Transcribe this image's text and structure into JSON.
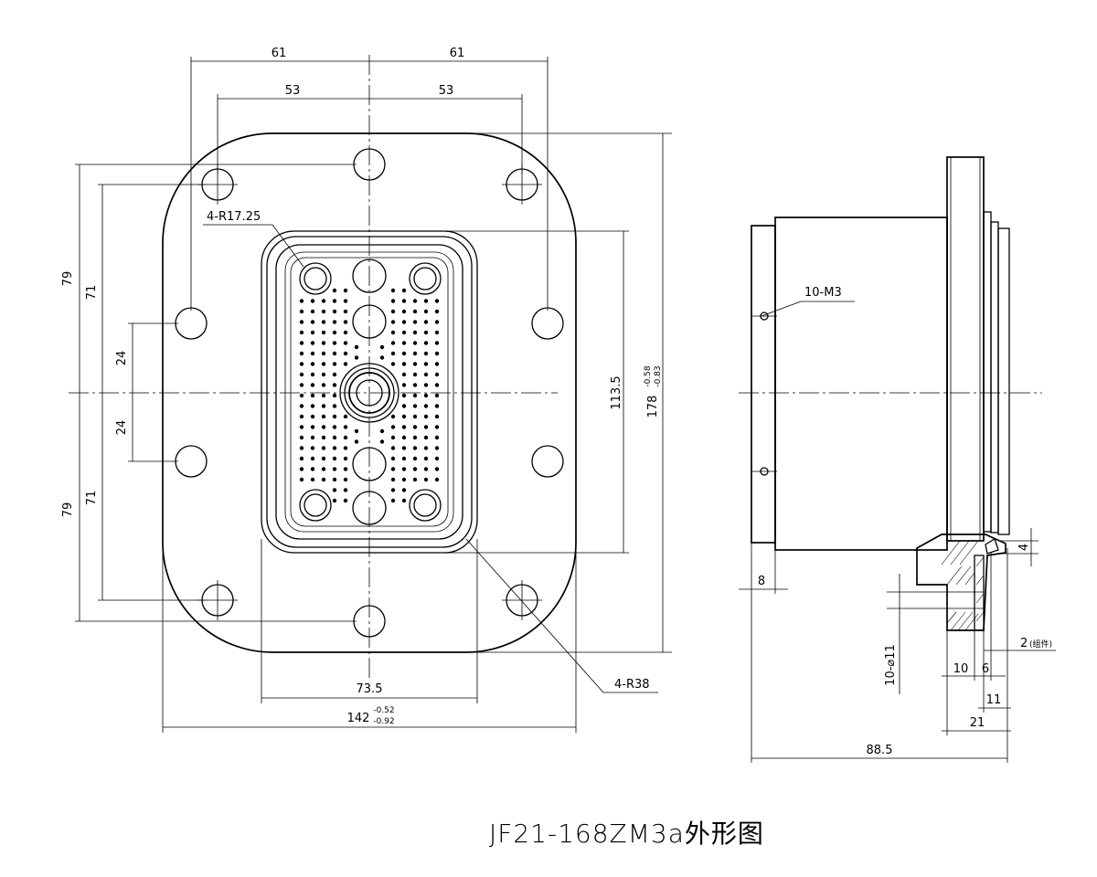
{
  "title": "JF21-168ZM3a外形图",
  "front_view": {
    "dims": {
      "top_left_61": "61",
      "top_right_61": "61",
      "top_left_53": "53",
      "top_right_53": "53",
      "left_79_upper": "79",
      "left_71_upper": "71",
      "left_24_upper": "24",
      "left_24_lower": "24",
      "left_71_lower": "71",
      "left_79_lower": "79",
      "height_113_5": "113.5",
      "height_178": "178",
      "height_178_tol_upper": "-0.58",
      "height_178_tol_lower": "-0.83",
      "width_73_5": "73.5",
      "width_142": "142",
      "width_142_tol_upper": "-0.52",
      "width_142_tol_lower": "-0.92"
    },
    "callouts": {
      "corner_radius_inner": "4-R17.25",
      "corner_radius_outer": "4-R38"
    }
  },
  "side_view": {
    "dims": {
      "thread_holes": "10-M3",
      "flange_8": "8",
      "holes_dia": "10-⌀11",
      "dim_10": "10",
      "dim_6": "6",
      "dim_11": "11",
      "dim_21": "21",
      "dim_88_5": "88.5",
      "dim_4": "4",
      "dim_2": "2",
      "dim_2_note": "(组件)"
    }
  }
}
